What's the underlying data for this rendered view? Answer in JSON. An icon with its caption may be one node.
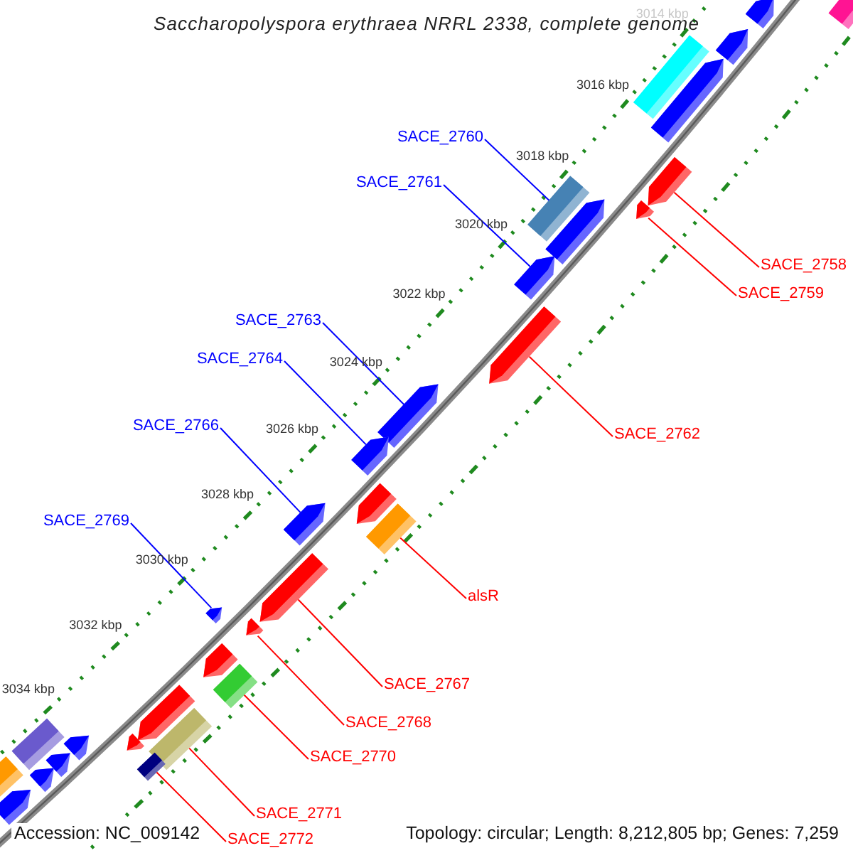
{
  "diagram": {
    "title": "Saccharopolyspora erythraea NRRL 2338, complete genome",
    "nodes": [
      {
        "text": [
          "SACE_2760"
        ]
      },
      {
        "text": [
          "SACE_2761"
        ]
      },
      {
        "text": [
          "SACE_2758"
        ]
      },
      {
        "text": [
          "SACE_2759"
        ]
      },
      {
        "text": [
          "SACE_2763"
        ]
      },
      {
        "text": [
          "SACE_2764"
        ]
      },
      {
        "text": [
          "SACE_2766"
        ]
      },
      {
        "text": [
          "SACE_2762"
        ]
      },
      {
        "text": [
          "SACE_2769"
        ]
      },
      {
        "text": [
          "alsR"
        ]
      },
      {
        "text": [
          "SACE_2767"
        ]
      },
      {
        "text": [
          "SACE_2768"
        ]
      },
      {
        "text": [
          "SACE_2770"
        ]
      },
      {
        "text": [
          "SACE_2771"
        ]
      },
      {
        "text": [
          "SACE_2772"
        ]
      },
      {
        "text": [],
        "shape": "box"
      },
      {
        "text": [],
        "shape": "arrow"
      },
      {
        "text": [],
        "shape": "arrow"
      },
      {
        "text": [],
        "shape": "arrow"
      },
      {
        "text": [],
        "shape": "arrow"
      },
      {
        "text": [],
        "shape": "arrow"
      },
      {
        "text": [],
        "shape": "arrow"
      },
      {
        "text": [],
        "shape": "arrow"
      },
      {
        "text": [],
        "shape": "arrow"
      },
      {
        "text": [],
        "shape": "box"
      },
      {
        "text": [],
        "shape": "arrow"
      },
      {
        "text": [],
        "shape": "arrow"
      },
      {
        "text": [],
        "shape": "box"
      },
      {
        "text": [],
        "shape": "box"
      },
      {
        "text": [],
        "shape": "box"
      },
      {
        "text": [],
        "shape": "arrow"
      },
      {
        "text": [],
        "shape": "arrow"
      },
      {
        "text": [],
        "shape": "arrow"
      },
      {
        "text": [],
        "shape": "arrow"
      },
      {
        "text": [],
        "shape": "arrow"
      },
      {
        "text": [],
        "shape": "arrow"
      },
      {
        "text": [],
        "shape": "arrow"
      },
      {
        "text": [],
        "shape": "arrow"
      },
      {
        "text": [],
        "shape": "box"
      },
      {
        "text": [],
        "shape": "box"
      },
      {
        "text": [],
        "shape": "box"
      },
      {
        "text": [],
        "shape": "arrow"
      },
      {
        "text": [],
        "shape": "arrow"
      },
      {
        "text": [],
        "shape": "arrow"
      },
      {
        "text": [],
        "shape": "arrow"
      },
      {
        "text": [],
        "shape": "box"
      }
    ],
    "edges": [
      {
        "from": 0,
        "to": 15,
        "arrow": "none",
        "color": "#0000ff"
      },
      {
        "from": 1,
        "to": 16,
        "arrow": "none",
        "color": "#0000ff"
      },
      {
        "from": 2,
        "to": 17,
        "arrow": "none"
      },
      {
        "from": 3,
        "to": 18,
        "arrow": "none"
      },
      {
        "from": 4,
        "to": 19,
        "arrow": "none",
        "color": "#0000ff"
      },
      {
        "from": 5,
        "to": 20,
        "arrow": "none",
        "color": "#0000ff"
      },
      {
        "from": 6,
        "to": 21,
        "arrow": "none",
        "color": "#0000ff"
      },
      {
        "from": 7,
        "to": 22,
        "arrow": "none"
      },
      {
        "from": 8,
        "to": 23,
        "arrow": "none",
        "color": "#0000ff"
      },
      {
        "from": 9,
        "to": 24,
        "arrow": "none"
      },
      {
        "from": 10,
        "to": 25,
        "arrow": "none"
      },
      {
        "from": 11,
        "to": 26,
        "arrow": "none"
      },
      {
        "from": 12,
        "to": 27,
        "arrow": "none"
      },
      {
        "from": 13,
        "to": 28,
        "arrow": "none"
      },
      {
        "from": 14,
        "to": 29,
        "arrow": "none"
      }
    ],
    "labels": [
      "3014 kbp",
      "3016 kbp",
      "3018 kbp",
      "3020 kbp",
      "3022 kbp",
      "3024 kbp",
      "3026 kbp",
      "3028 kbp",
      "3030 kbp",
      "3032 kbp",
      "3034 kbp",
      "Accession: NC_009142",
      "Topology: circular; Length: 8,212,805 bp; Genes: 7,259"
    ]
  }
}
